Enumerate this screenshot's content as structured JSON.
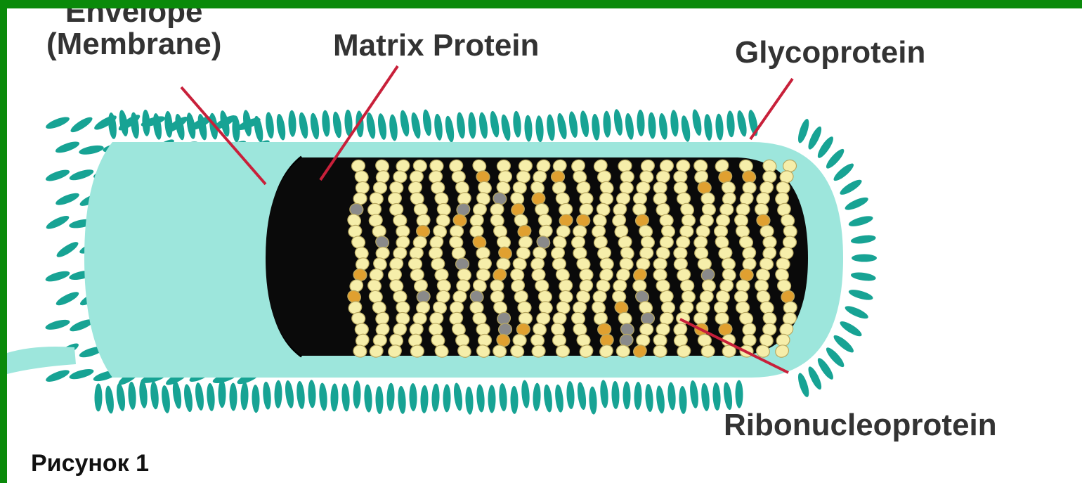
{
  "labels": {
    "envelope_line1": "Envelope",
    "envelope_line2": "(Membrane)",
    "matrix": "Matrix Protein",
    "glycoprotein": "Glycoprotein",
    "ribonucleoprotein": "Ribonucleoprotein"
  },
  "caption": "Рисунок 1",
  "colors": {
    "frame": "#0a8a0a",
    "background": "#ffffff",
    "membrane": "#9de6dc",
    "spikes": "#17a394",
    "matrix": "#9e9e9e",
    "core": "#0a0a0a",
    "nucleoprotein": "#f6eeaa",
    "nucleoprotein_edge": "#b8a860",
    "accent_orange": "#e0a030",
    "accent_gray": "#8a8a8a",
    "pointer": "#c8203a",
    "label_text": "#333333"
  }
}
